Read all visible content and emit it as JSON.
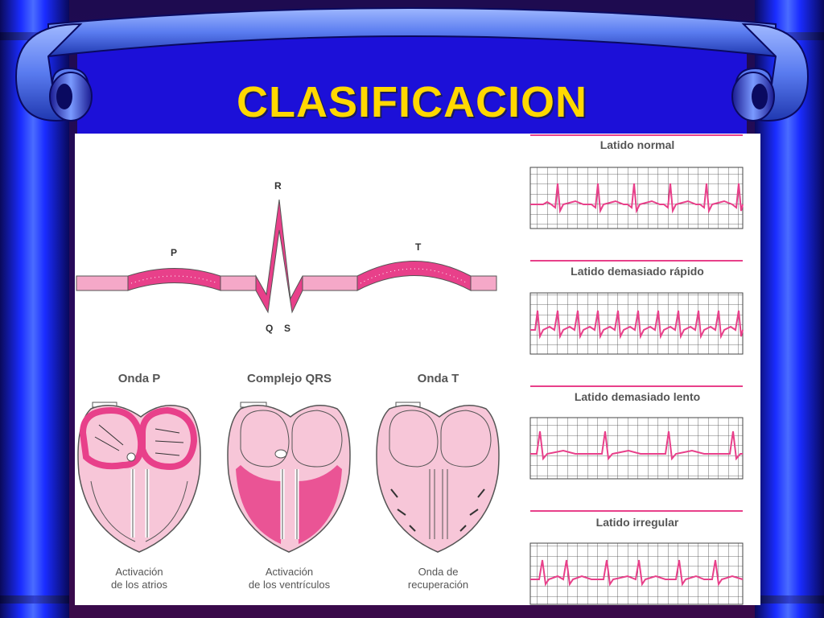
{
  "slide": {
    "title": "CLASIFICACION"
  },
  "waveform": {
    "labels": {
      "p": "P",
      "r": "R",
      "t": "T",
      "q": "Q",
      "s": "S"
    }
  },
  "phases": [
    {
      "heading": "Onda P",
      "caption_line1": "Activación",
      "caption_line2": "de los atrios"
    },
    {
      "heading": "Complejo QRS",
      "caption_line1": "Activación",
      "caption_line2": "de los ventrículos"
    },
    {
      "heading": "Onda T",
      "caption_line1": "Onda de",
      "caption_line2": "recuperación"
    }
  ],
  "rhythms": [
    {
      "title": "Latido normal"
    },
    {
      "title": "Latido demasiado rápido"
    },
    {
      "title": "Latido demasiado lento"
    },
    {
      "title": "Latido irregular"
    }
  ],
  "colors": {
    "title": "#ffd800",
    "pink": "#e8408a",
    "pink_light": "#f5a8c8",
    "heart_fill": "#f7c6d8",
    "grid": "#444444",
    "pillar": "#1a2cff"
  }
}
